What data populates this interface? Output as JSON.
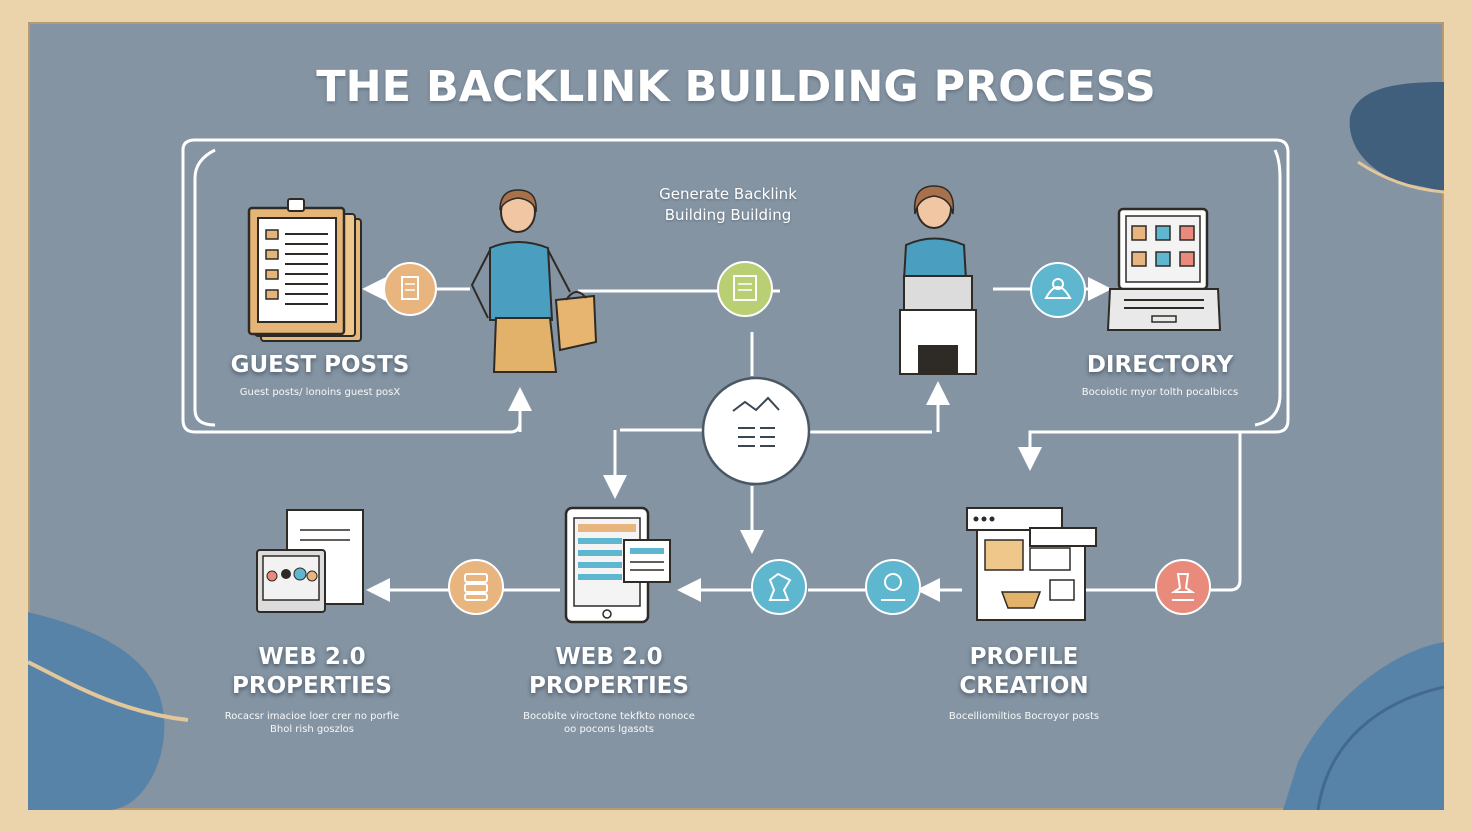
{
  "title": "THE BACKLINK BUILDING PROCESS",
  "center_label": {
    "line1": "Generate Backlink",
    "line2": "Building Building"
  },
  "nodes": {
    "guest_posts": {
      "title": "GUEST POSTS",
      "subtitle": "Guest posts/ lonoins guest posX"
    },
    "directory": {
      "title": "DIRECTORY",
      "subtitle": "Bocoiotic myor tolth pocalbiccs"
    },
    "web20_left": {
      "title_line1": "WEB 2.0",
      "title_line2": "PROPERTIES",
      "subtitle_line1": "Rocacsr imacioe loer crer no porfie",
      "subtitle_line2": "Bhol rish goszlos"
    },
    "web20_mid": {
      "title_line1": "WEB 2.0",
      "title_line2": "PROPERTIES",
      "subtitle_line1": "Bocobite viroctone tekfkto nonoce",
      "subtitle_line2": "oo pocons lgasots"
    },
    "profile": {
      "title_line1": "PROFILE",
      "title_line2": "CREATION",
      "subtitle": "Bocelliomiltios Bocroyor posts"
    }
  },
  "colors": {
    "board": "#8494a3",
    "frame": "#ebd4ab",
    "orange_circle": "#e8b57e",
    "green_circle": "#b8cf73",
    "blue_circle": "#5fb6cf",
    "red_circle": "#e98b7c",
    "accent_blob": "#3f5f7d"
  },
  "icons": [
    "clipboard-icon",
    "document-icon",
    "woman-icon",
    "laptop-icon",
    "chart-icon",
    "tablet-icon",
    "browser-window-icon",
    "people-screen-icon",
    "server-icon",
    "stamp-icon"
  ]
}
